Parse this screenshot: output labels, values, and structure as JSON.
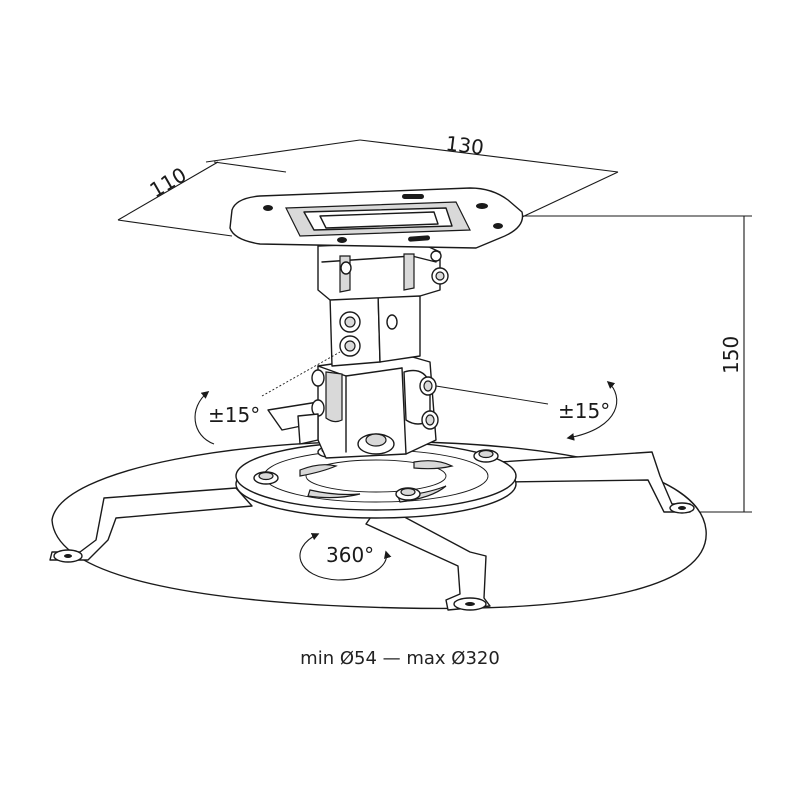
{
  "dimensions": {
    "depth": "110",
    "width": "130",
    "height": "150"
  },
  "rotation": {
    "tilt_left": "±15°",
    "tilt_right": "±15°",
    "swivel": "360°"
  },
  "caption": "min Ø54 — max Ø320",
  "colors": {
    "line": "#1a1a1a",
    "background": "#ffffff",
    "shade": "#d9d9d9"
  }
}
